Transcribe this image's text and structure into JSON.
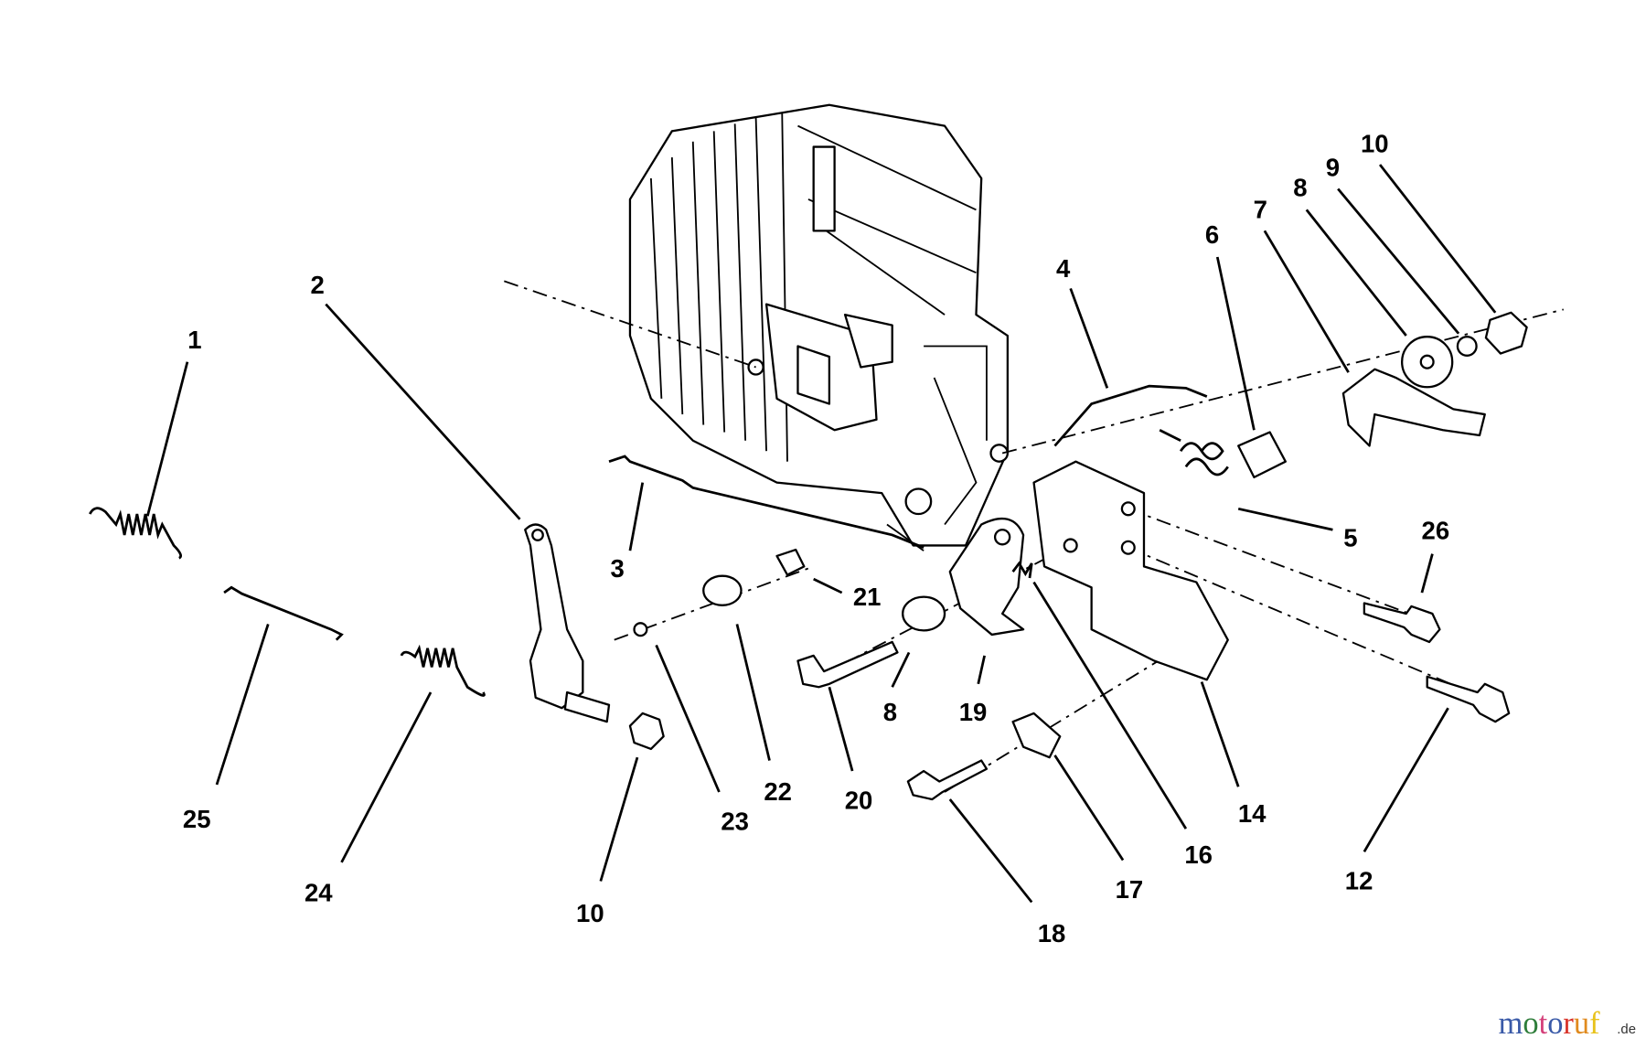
{
  "callouts": {
    "c1": "1",
    "c2": "2",
    "c3": "3",
    "c4": "4",
    "c5": "5",
    "c6": "6",
    "c7": "7",
    "c8a": "8",
    "c9": "9",
    "c10a": "10",
    "c26": "26",
    "c21": "21",
    "c22": "22",
    "c23": "23",
    "c20": "20",
    "c8b": "8",
    "c19": "19",
    "c16": "16",
    "c14": "14",
    "c17": "17",
    "c18": "18",
    "c12": "12",
    "c10b": "10",
    "c24": "24",
    "c25": "25"
  },
  "watermark": {
    "letters": [
      "m",
      "o",
      "t",
      "o",
      "r",
      "u",
      "f"
    ],
    "colors": [
      "#3a5aa8",
      "#2e7d3a",
      "#d4407a",
      "#3a5aa8",
      "#d9342b",
      "#e08a1e",
      "#e8c21a"
    ],
    "suffix": ".de"
  }
}
